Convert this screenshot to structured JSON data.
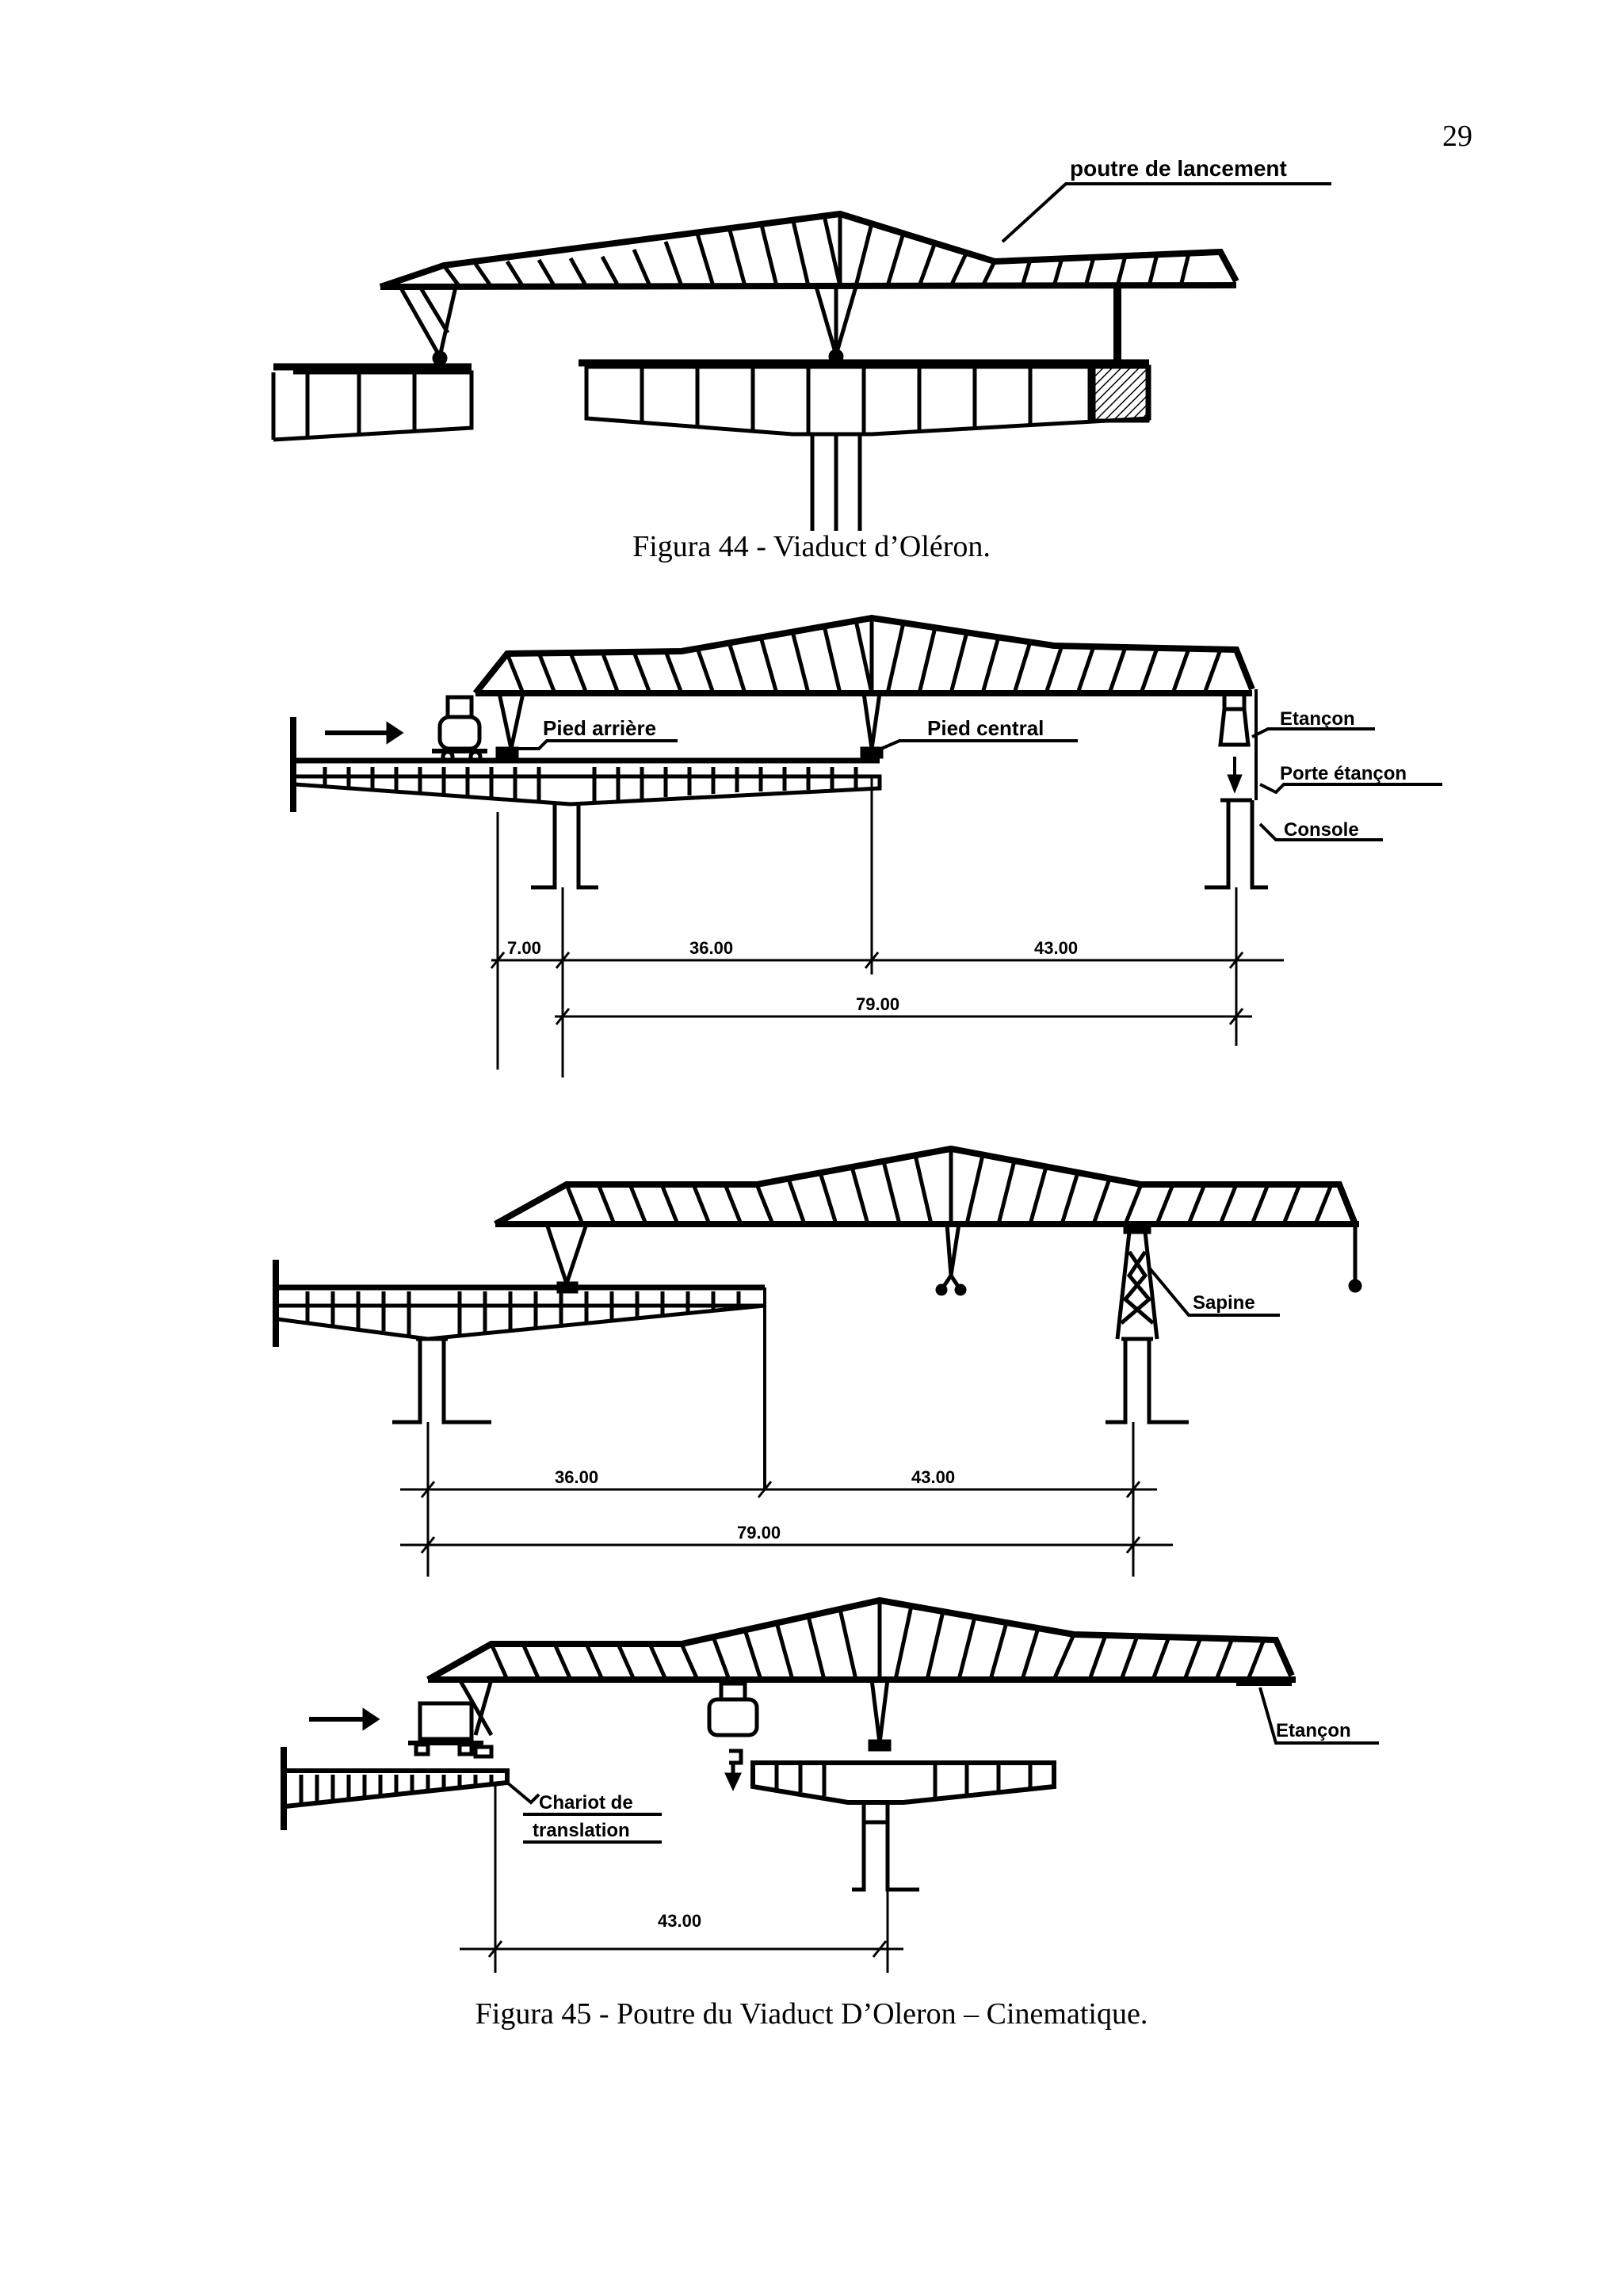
{
  "page": {
    "number": "29"
  },
  "figure44": {
    "caption": "Figura 44 - Viaduct d’Oléron.",
    "labels": {
      "launching_girder": "poutre de lancement"
    }
  },
  "figure45": {
    "caption": "Figura 45 - Poutre du Viaduct D’Oleron – Cinematique.",
    "stage1": {
      "labels": {
        "rear_foot": "Pied arrière",
        "central_foot": "Pied central",
        "prop": "Etançon",
        "prop_holder": "Porte étançon",
        "console": "Console"
      },
      "dimensions": {
        "d1": "7.00",
        "d2": "36.00",
        "d3": "43.00",
        "total": "79.00"
      }
    },
    "stage2": {
      "labels": {
        "sapine": "Sapine"
      },
      "dimensions": {
        "d1": "36.00",
        "d2": "43.00",
        "total": "79.00"
      }
    },
    "stage3": {
      "labels": {
        "prop": "Etançon",
        "trolley_line1": "Chariot de",
        "trolley_line2": "translation"
      },
      "dimensions": {
        "d1": "43.00"
      }
    }
  }
}
